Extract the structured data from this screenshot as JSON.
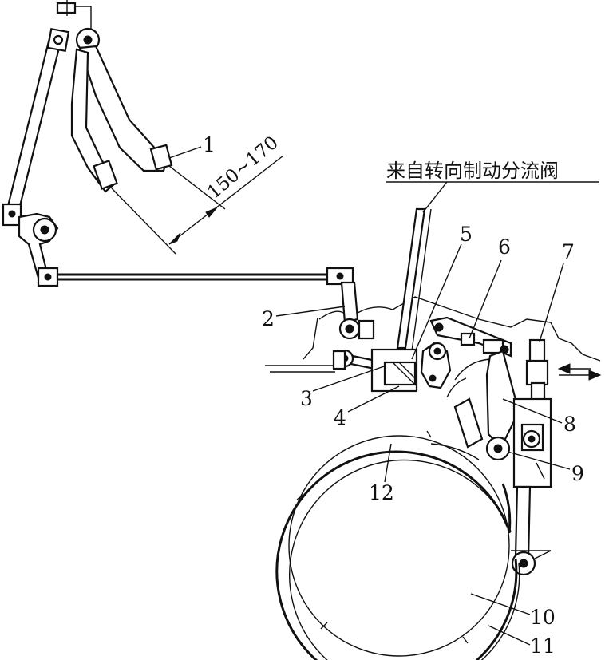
{
  "caption": "来自转向制动分流阀",
  "dimension": "150~170",
  "labels": {
    "n1": "1",
    "n2": "2",
    "n3": "3",
    "n4": "4",
    "n5": "5",
    "n6": "6",
    "n7": "7",
    "n8": "8",
    "n9": "9",
    "n10": "10",
    "n11": "11",
    "n12": "12"
  }
}
